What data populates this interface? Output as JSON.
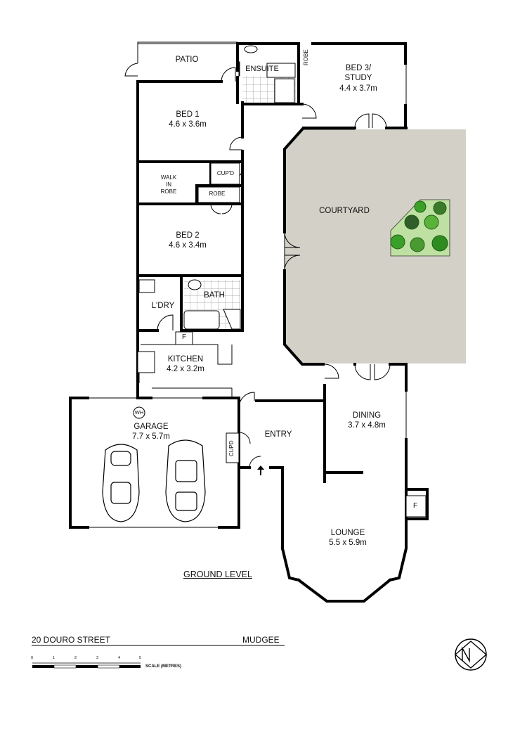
{
  "plan": {
    "level_label": "GROUND LEVEL",
    "address": "20 DOURO STREET",
    "town": "MUDGEE",
    "scale_label": "SCALE (METRES)",
    "scale_ticks": [
      "0",
      "1",
      "2",
      "3",
      "4",
      "5"
    ],
    "colors": {
      "wall": "#000000",
      "courtyard": "#d3d0c8",
      "garden": "#2e8b1f",
      "tile": "#9a9a9a"
    }
  },
  "rooms": {
    "patio": {
      "name": "PATIO"
    },
    "ensuite": {
      "name": "ENSUITE"
    },
    "robe_top": {
      "name": "ROBE"
    },
    "bed3": {
      "name": "BED 3/",
      "name2": "STUDY",
      "size": "4.4 x 3.7m"
    },
    "bed1": {
      "name": "BED 1",
      "size": "4.6 x 3.6m"
    },
    "walkin": {
      "line1": "WALK",
      "line2": "IN",
      "line3": "ROBE"
    },
    "cupd_top": {
      "name": "CUP'D"
    },
    "robe_mid": {
      "name": "ROBE"
    },
    "courtyard": {
      "name": "COURTYARD"
    },
    "bed2": {
      "name": "BED 2",
      "size": "4.6 x 3.4m"
    },
    "bath": {
      "name": "BATH"
    },
    "ldry": {
      "name": "L'DRY"
    },
    "fridge": {
      "name": "F"
    },
    "kitchen": {
      "name": "KITCHEN",
      "size": "4.2 x 3.2m"
    },
    "wh": {
      "name": "WH"
    },
    "garage": {
      "name": "GARAGE",
      "size": "7.7 x 5.7m"
    },
    "entry": {
      "name": "ENTRY"
    },
    "cupd_entry": {
      "name": "CUPD"
    },
    "dining": {
      "name": "DINING",
      "size": "3.7 x 4.8m"
    },
    "fireplace": {
      "name": "F"
    },
    "lounge": {
      "name": "LOUNGE",
      "size": "5.5 x 5.9m"
    }
  }
}
